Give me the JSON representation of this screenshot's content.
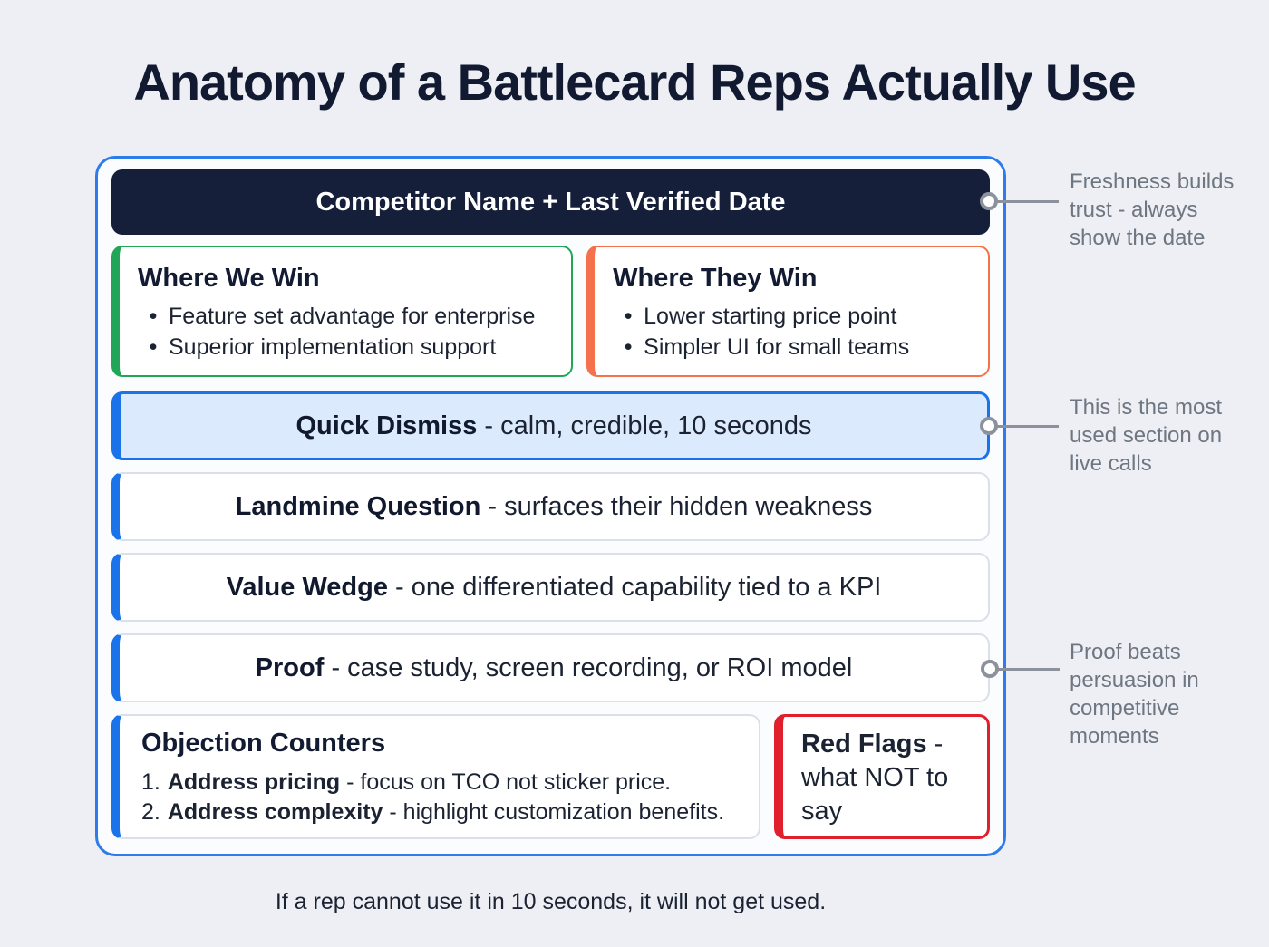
{
  "title": "Anatomy of a Battlecard Reps Actually Use",
  "colors": {
    "background": "#edeff4",
    "card_border_blue": "#2d7ce9",
    "header_navy": "#151f3a",
    "accent_green": "#21a657",
    "accent_orange": "#f4714b",
    "accent_blue": "#1a73e8",
    "highlight_blue_fill": "#dbeafc",
    "accent_red": "#e0202c",
    "annotation_gray": "#6e7681"
  },
  "card": {
    "header": {
      "label": "Competitor Name + Last Verified Date"
    },
    "win_boxes": [
      {
        "title": "Where We Win",
        "bullets": [
          "Feature set advantage for enterprise",
          "Superior implementation support"
        ]
      },
      {
        "title": "Where They Win",
        "bullets": [
          "Lower starting price point",
          "Simpler UI for small teams"
        ]
      }
    ],
    "rows": [
      {
        "label": "Quick Dismiss",
        "desc": " - calm, credible, 10 seconds"
      },
      {
        "label": "Landmine Question",
        "desc": " - surfaces their hidden weakness"
      },
      {
        "label": "Value Wedge",
        "desc": " - one differentiated capability tied to a KPI"
      },
      {
        "label": "Proof",
        "desc": " - case study, screen recording, or ROI model"
      }
    ],
    "objection_counters": {
      "title": "Objection Counters",
      "items": [
        {
          "num": "1.",
          "strong": "Address pricing",
          "rest": " - focus on TCO not sticker price."
        },
        {
          "num": "2.",
          "strong": "Address complexity",
          "rest": " - highlight customization benefits."
        }
      ]
    },
    "red_flags": {
      "strong": "Red Flags",
      "rest": " - what NOT to say"
    }
  },
  "annotations": [
    {
      "text": "Freshness builds trust - always show the date"
    },
    {
      "text": "This is the most used section on live calls"
    },
    {
      "text": "Proof beats persuasion in competitive moments"
    }
  ],
  "footer": "If a rep cannot use it in 10 seconds, it will not get used."
}
